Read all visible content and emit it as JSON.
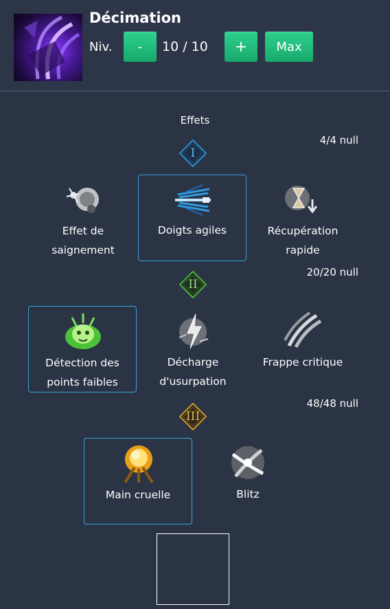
{
  "skill": {
    "name": "Décimation",
    "level_label": "Niv.",
    "level_value": "10 / 10",
    "minus_label": "-",
    "plus_label": "+",
    "max_label": "Max"
  },
  "effects_title": "Effets",
  "tiers": [
    {
      "numeral": "I",
      "count": "4/4 null",
      "color": "#2f8fc7",
      "nodes": [
        {
          "label": "Effet de\nsaignement",
          "icon": "bleed-effect-icon",
          "selected": false
        },
        {
          "label": "Doigts agiles",
          "icon": "agile-fingers-icon",
          "selected": true
        },
        {
          "label": "Récupération\nrapide",
          "icon": "quick-recovery-icon",
          "selected": false
        }
      ]
    },
    {
      "numeral": "II",
      "count": "20/20 null",
      "color": "#4fae3a",
      "nodes": [
        {
          "label": "Détection des\npoints faibles",
          "icon": "weak-point-detection-icon",
          "selected": true
        },
        {
          "label": "Décharge\nd'usurpation",
          "icon": "usurpation-discharge-icon",
          "selected": false
        },
        {
          "label": "Frappe critique",
          "icon": "critical-strike-icon",
          "selected": false
        }
      ]
    },
    {
      "numeral": "III",
      "count": "48/48 null",
      "color": "#c99a2a",
      "nodes": [
        {
          "label": "Main cruelle",
          "icon": "cruel-hand-icon",
          "selected": true
        },
        {
          "label": "Blitz",
          "icon": "blitz-icon",
          "selected": false
        }
      ]
    }
  ]
}
